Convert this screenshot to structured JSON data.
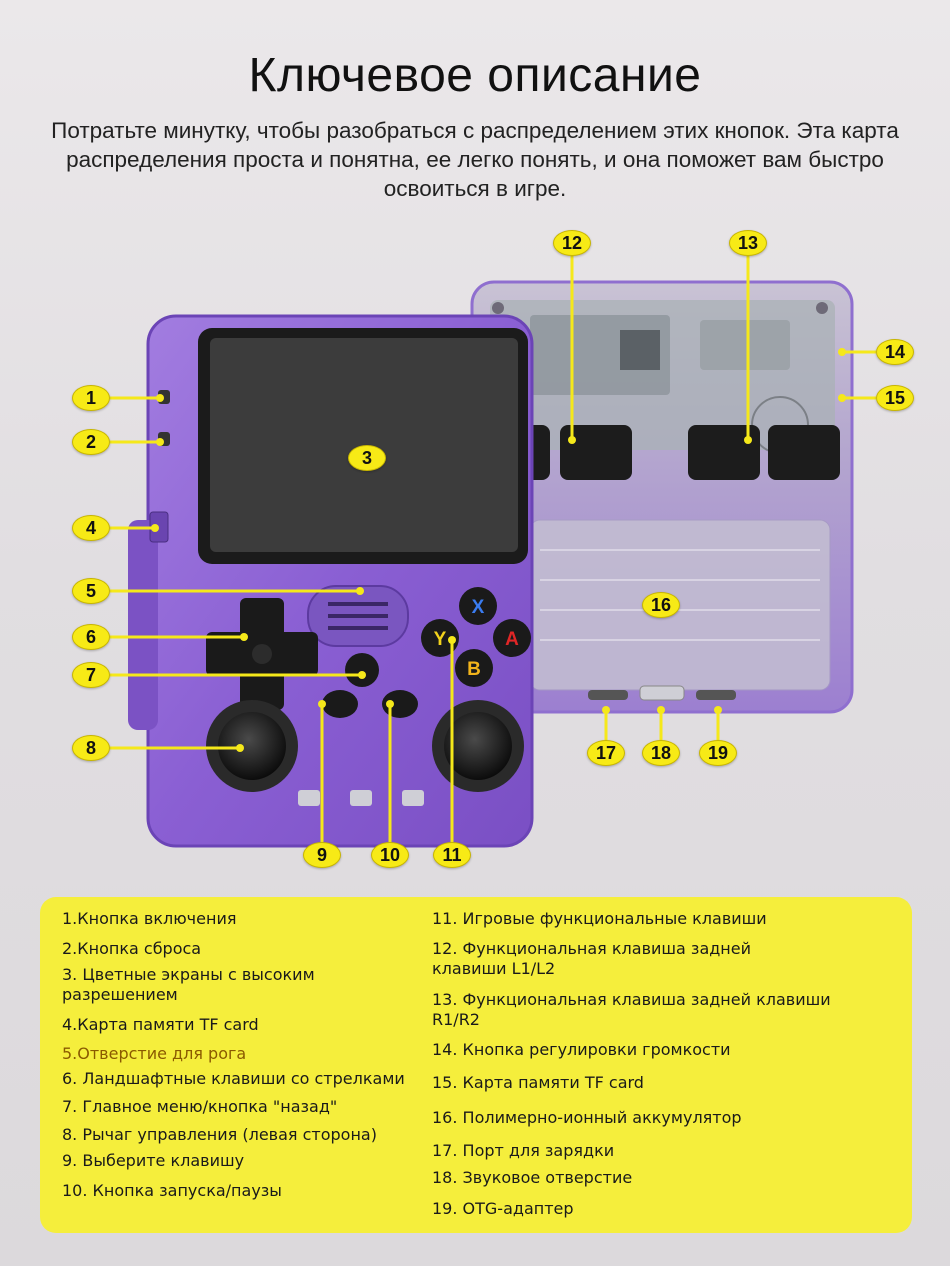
{
  "header": {
    "title": "Ключевое описание",
    "subtitle": "Потратьте минутку, чтобы разобраться с распределением этих кнопок. Эта карта распределения проста и понятна, ее легко понять, и она поможет вам быстро освоиться в игре."
  },
  "callouts": {
    "c1": "1",
    "c2": "2",
    "c3": "3",
    "c4": "4",
    "c5": "5",
    "c6": "6",
    "c7": "7",
    "c8": "8",
    "c9": "9",
    "c10": "10",
    "c11": "11",
    "c12": "12",
    "c13": "13",
    "c14": "14",
    "c15": "15",
    "c16": "16",
    "c17": "17",
    "c18": "18",
    "c19": "19"
  },
  "buttons": {
    "x": "X",
    "y": "Y",
    "a": "A",
    "b": "B"
  },
  "legend": {
    "i1": "1.Кнопка включения",
    "i2": "2.Кнопка сброса",
    "i3": "3. Цветные экраны с высоким разрешением",
    "i4": "4.Карта памяти TF card",
    "i5": "5.Отверстие для рога",
    "i6": "6. Ландшафтные клавиши со стрелками",
    "i7": "7. Главное меню/кнопка \"назад\"",
    "i8": "8. Рычаг управления (левая сторона)",
    "i9": "9. Выберите клавишу",
    "i10": "10. Кнопка запуска/паузы",
    "i11": "11. Игровые функциональные клавиши",
    "i12": "12. Функциональная клавиша задней клавиши L1/L2",
    "i13": "13. Функциональная клавиша задней клавиши R1/R2",
    "i14": "14. Кнопка регулировки громкости",
    "i15": "15. Карта памяти TF card",
    "i16": "16. Полимерно-ионный аккумулятор",
    "i17": "17. Порт для зарядки",
    "i18": "18. Звуковое отверстие",
    "i19": "19. OTG-адаптер"
  },
  "colors": {
    "badge": "#f7ea16",
    "legend_bg": "#f5ee3c",
    "device_purple": "#8f64d6",
    "screen": "#3c3c3c",
    "button_x": "#1e4fd8",
    "button_y": "#f2d21b",
    "button_a": "#d92020",
    "button_b": "#f2b41b"
  }
}
